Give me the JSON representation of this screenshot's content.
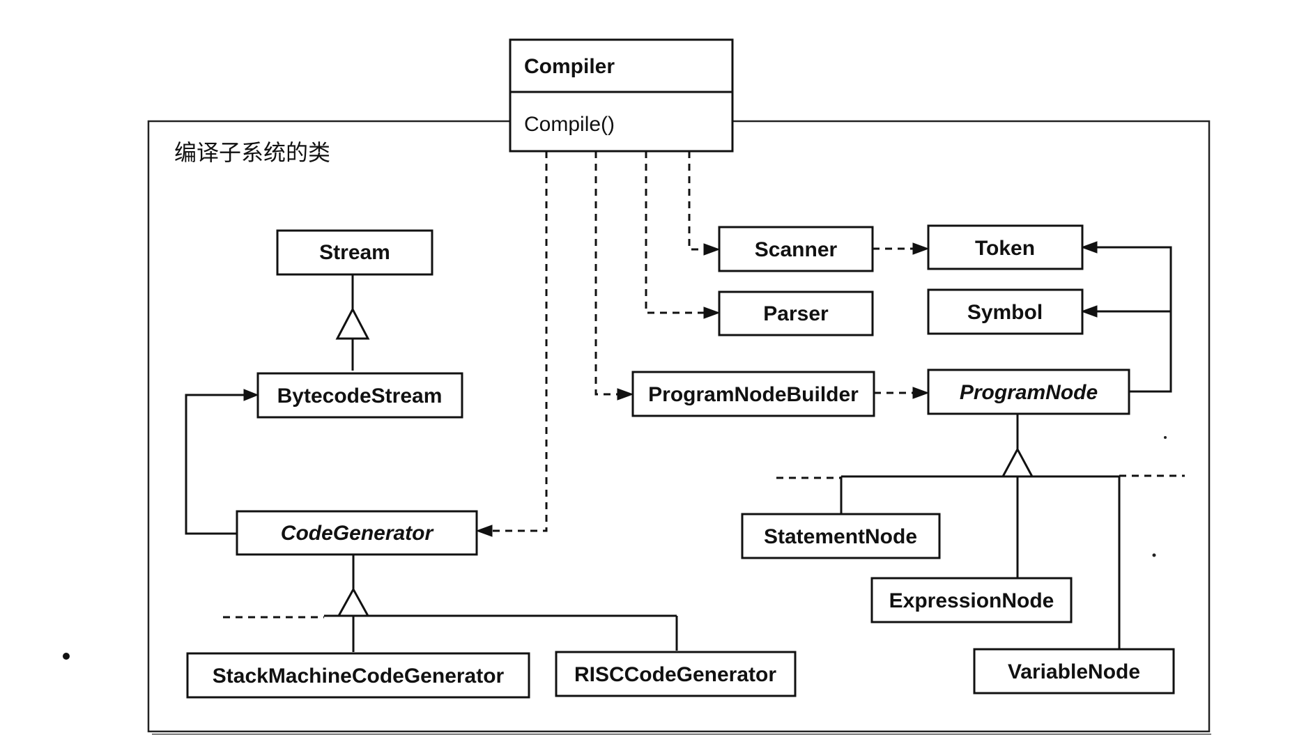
{
  "subsystem": {
    "title": "编译子系统的类"
  },
  "compiler": {
    "name": "Compiler",
    "operation": "Compile()"
  },
  "classes": {
    "stream": "Stream",
    "bytecode_stream": "BytecodeStream",
    "code_generator": "CodeGenerator",
    "stack_machine_code_generator": "StackMachineCodeGenerator",
    "risc_code_generator": "RISCCodeGenerator",
    "scanner": "Scanner",
    "parser": "Parser",
    "program_node_builder": "ProgramNodeBuilder",
    "token": "Token",
    "symbol": "Symbol",
    "program_node": "ProgramNode",
    "statement_node": "StatementNode",
    "expression_node": "ExpressionNode",
    "variable_node": "VariableNode"
  },
  "abstract_classes": [
    "code_generator",
    "program_node"
  ]
}
